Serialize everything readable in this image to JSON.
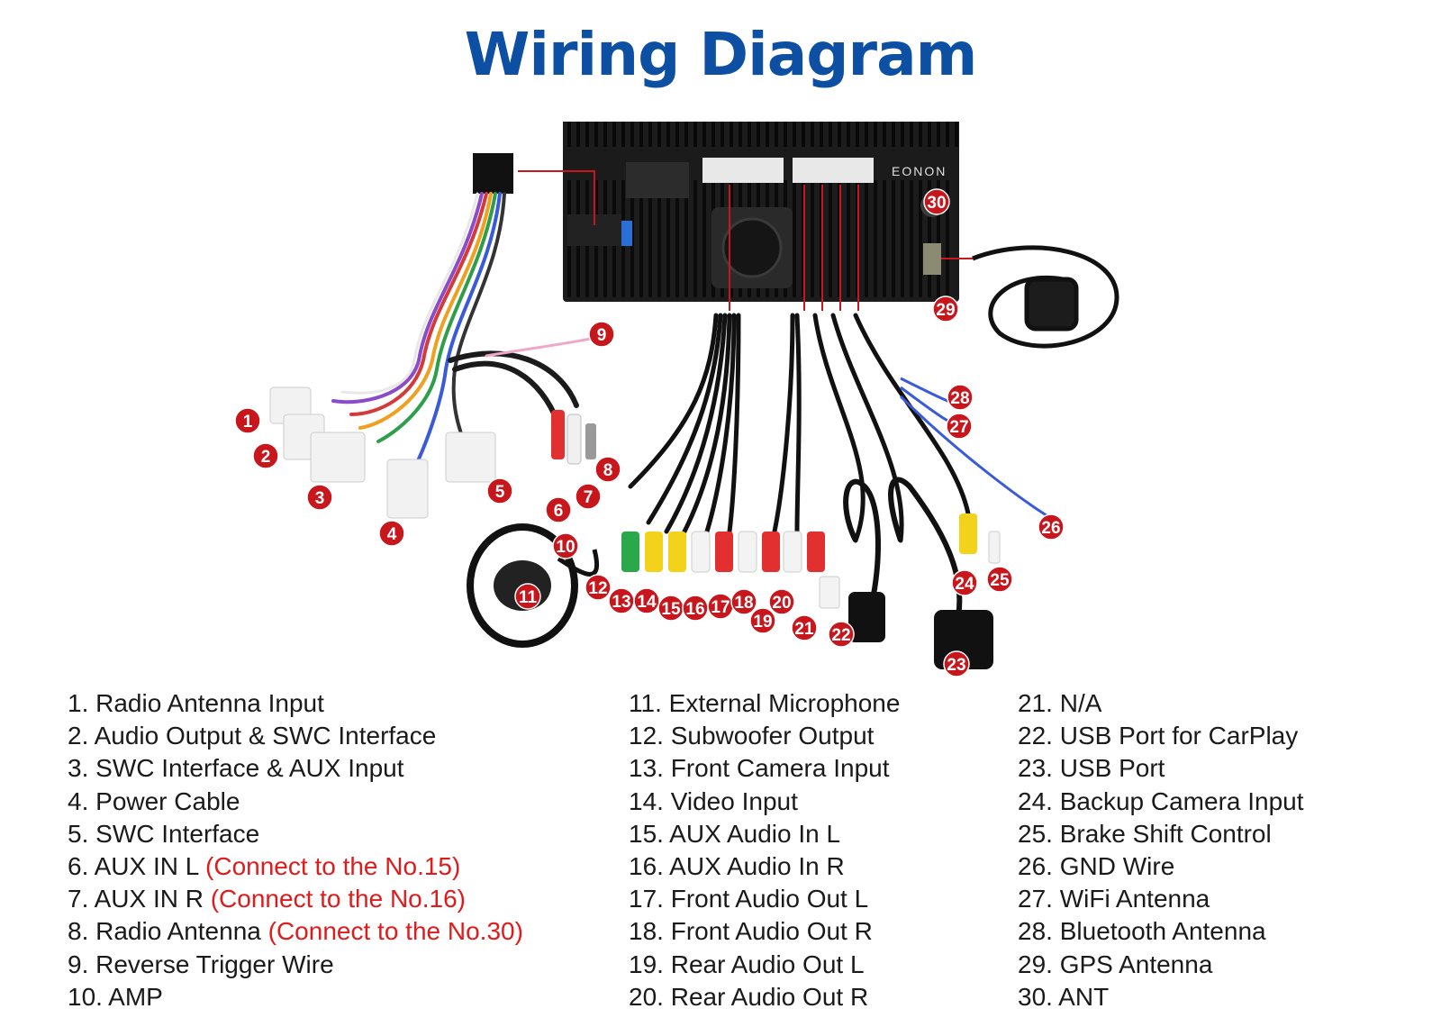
{
  "title": "Wiring Diagram",
  "brand": "EONON",
  "colors": {
    "title": "#0d4fa3",
    "badge": "#c8161d",
    "note": "#e01b1b",
    "unit": "#1b1b1b"
  },
  "badges": [
    "1",
    "2",
    "3",
    "4",
    "5",
    "6",
    "7",
    "8",
    "9",
    "10",
    "11",
    "12",
    "13",
    "14",
    "15",
    "16",
    "17",
    "18",
    "19",
    "20",
    "21",
    "22",
    "23",
    "24",
    "25",
    "26",
    "27",
    "28",
    "29",
    "30"
  ],
  "legend": {
    "col1": [
      {
        "num": "1.",
        "label": "Radio Antenna Input",
        "note": ""
      },
      {
        "num": "2.",
        "label": "Audio Output & SWC Interface",
        "note": ""
      },
      {
        "num": "3.",
        "label": "SWC Interface & AUX Input",
        "note": ""
      },
      {
        "num": "4.",
        "label": "Power Cable",
        "note": ""
      },
      {
        "num": "5.",
        "label": "SWC Interface",
        "note": ""
      },
      {
        "num": "6.",
        "label": "AUX IN L",
        "note": "(Connect to the No.15)"
      },
      {
        "num": "7.",
        "label": "AUX IN R",
        "note": "(Connect to the No.16)"
      },
      {
        "num": "8.",
        "label": "Radio Antenna",
        "note": "(Connect to the No.30)"
      },
      {
        "num": "9.",
        "label": "Reverse Trigger Wire",
        "note": ""
      },
      {
        "num": "10.",
        "label": "AMP",
        "note": ""
      }
    ],
    "col2": [
      {
        "num": "11.",
        "label": "External Microphone"
      },
      {
        "num": "12.",
        "label": "Subwoofer Output"
      },
      {
        "num": "13.",
        "label": "Front Camera Input"
      },
      {
        "num": "14.",
        "label": "Video Input"
      },
      {
        "num": "15.",
        "label": "AUX Audio In L"
      },
      {
        "num": "16.",
        "label": "AUX Audio In R"
      },
      {
        "num": "17.",
        "label": "Front Audio Out L"
      },
      {
        "num": "18.",
        "label": "Front Audio Out R"
      },
      {
        "num": "19.",
        "label": "Rear Audio Out L"
      },
      {
        "num": "20.",
        "label": "Rear Audio Out R"
      }
    ],
    "col3": [
      {
        "num": "21.",
        "label": "N/A"
      },
      {
        "num": "22.",
        "label": "USB Port for CarPlay"
      },
      {
        "num": "23.",
        "label": "USB Port"
      },
      {
        "num": "24.",
        "label": "Backup Camera Input"
      },
      {
        "num": "25.",
        "label": "Brake Shift Control"
      },
      {
        "num": "26.",
        "label": "GND Wire"
      },
      {
        "num": "27.",
        "label": "WiFi Antenna"
      },
      {
        "num": "28.",
        "label": "Bluetooth Antenna"
      },
      {
        "num": "29.",
        "label": "GPS Antenna"
      },
      {
        "num": "30.",
        "label": "ANT"
      }
    ]
  }
}
